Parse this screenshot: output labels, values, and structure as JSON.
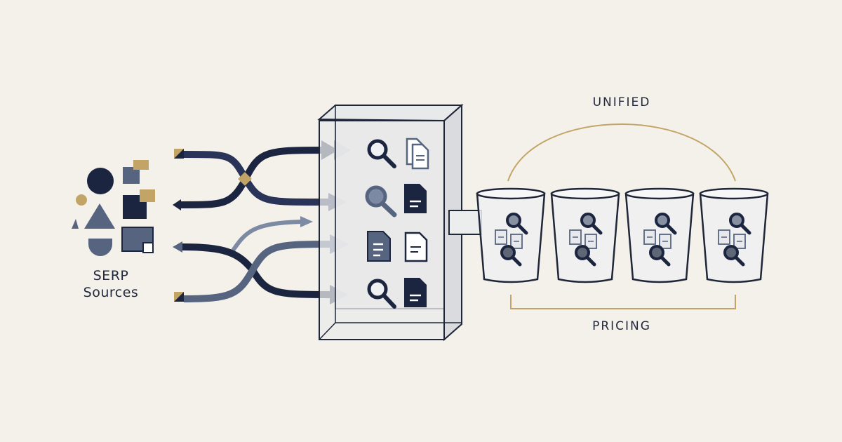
{
  "labels": {
    "serp_line1": "SERP",
    "serp_line2": "Sources",
    "unified": "UNIFIED",
    "pricing": "PRICING"
  },
  "colors": {
    "background": "#f4f1ea",
    "navy": "#1c2540",
    "slate": "#566480",
    "steel": "#7d8aa3",
    "gold": "#c2a566",
    "outline": "#1f2638"
  },
  "icons": {
    "sources": [
      "circle",
      "square",
      "triangle",
      "semicircle",
      "diamond",
      "rectangle"
    ],
    "processor_rows": [
      [
        "magnifier-icon",
        "documents-icon"
      ],
      [
        "magnifier-icon",
        "document-icon"
      ],
      [
        "document-icon",
        "document-icon"
      ],
      [
        "magnifier-icon",
        "document-icon"
      ]
    ],
    "cups": [
      "cup-1",
      "cup-2",
      "cup-3",
      "cup-4"
    ]
  }
}
